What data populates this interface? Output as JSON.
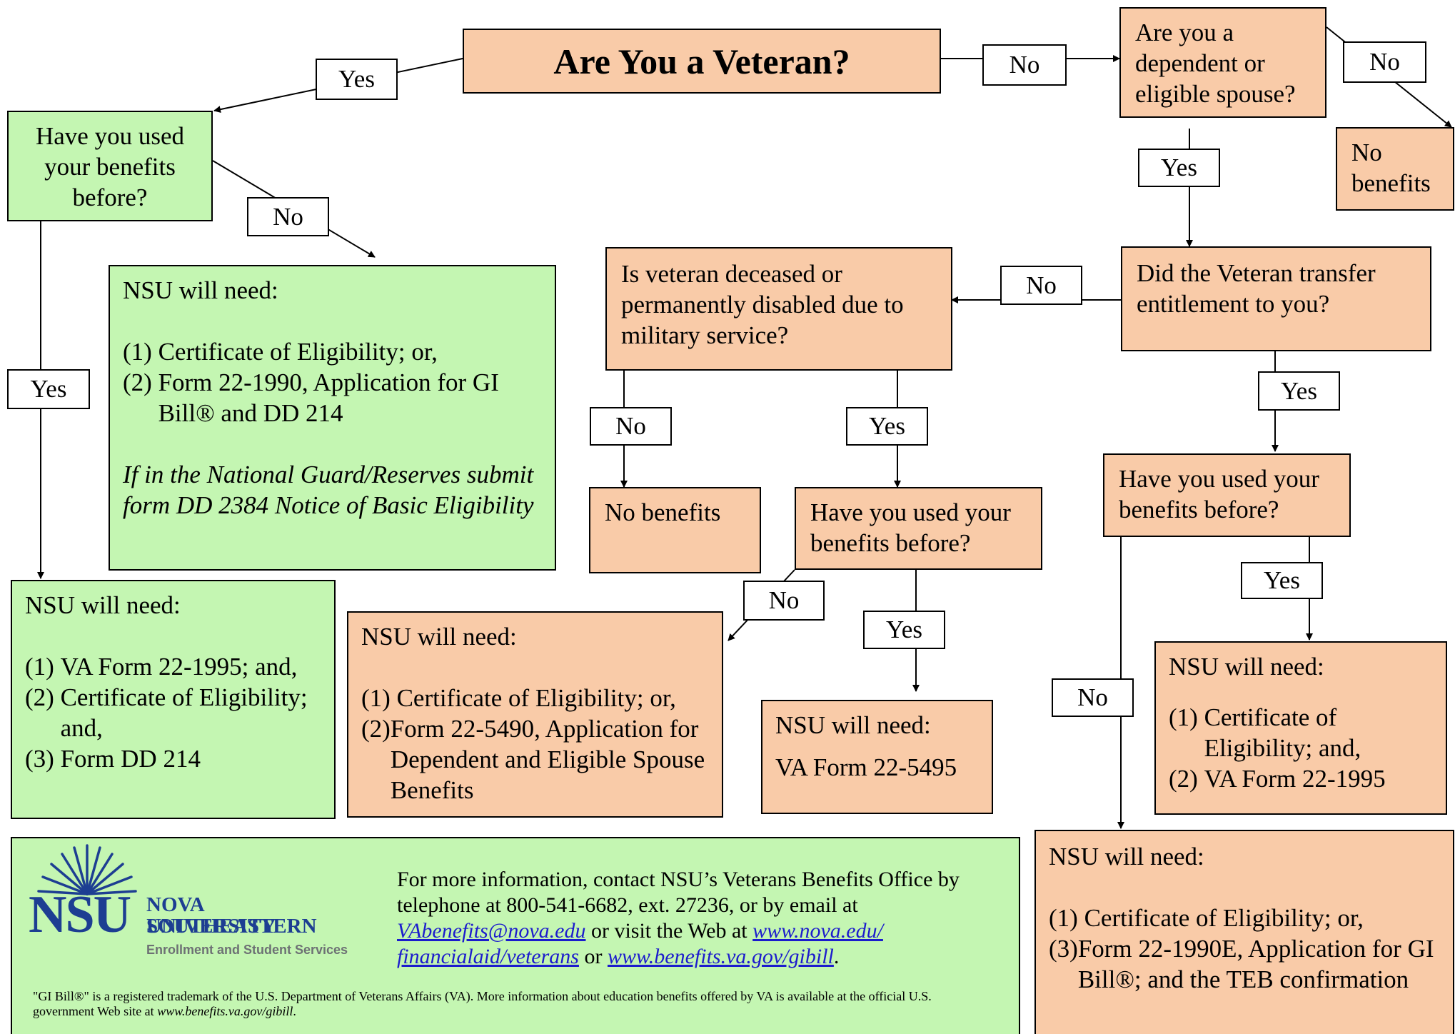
{
  "title": "Are You a Veteran?",
  "edges": {
    "yes": "Yes",
    "no": "No"
  },
  "veteran_branch": {
    "used_before_q": "Have you used your benefits before?",
    "first_time": {
      "heading": "NSU will need:",
      "items": [
        {
          "num": "(1) ",
          "text": "Certificate of Eligibility; or,"
        },
        {
          "num": "(2) ",
          "text": "Form 22-1990, Application for GI Bill® and DD 214"
        }
      ],
      "note": "If in the National Guard/Reserves submit form DD 2384 Notice of Basic Eligibility"
    },
    "returning": {
      "heading": "NSU will need:",
      "items": [
        {
          "num": "(1) ",
          "text": "VA Form 22-1995; and,"
        },
        {
          "num": "(2) ",
          "text": "Certificate of Eligibility; and,"
        },
        {
          "num": "(3) ",
          "text": "Form  DD 214"
        }
      ]
    }
  },
  "dependent_branch": {
    "dependent_q": "Are you a dependent or eligible spouse?",
    "no_benefits": "No benefits",
    "transfer_q": "Did the Veteran transfer entitlement to you?",
    "deceased_q": "Is veteran deceased or permanently disabled due to military service?",
    "deceased_no": "No benefits",
    "deceased_used_q": "Have you used your benefits before?",
    "form_5490": {
      "heading": "NSU will need:",
      "items": [
        {
          "num": "(1) ",
          "text": "Certificate of Eligibility; or,"
        },
        {
          "num": "(2)",
          "text": "Form 22-5490, Application for Dependent and Eligible Spouse Benefits"
        }
      ]
    },
    "form_5495": {
      "heading": "NSU will need:",
      "text": "VA Form 22-5495"
    },
    "transfer_used_q": "Have you used your benefits before?",
    "transfer_returning": {
      "heading": "NSU will need:",
      "items": [
        {
          "num": "(1) ",
          "text": "Certificate of Eligibility; and,"
        },
        {
          "num": "(2) ",
          "text": "VA Form 22-1995"
        }
      ]
    },
    "transfer_first": {
      "heading": "NSU will need:",
      "items": [
        {
          "num": "(1) ",
          "text": "Certificate of Eligibility; or,"
        },
        {
          "num": "(3)",
          "text": "Form 22-1990E, Application for GI Bill®; and the TEB confirmation"
        }
      ]
    }
  },
  "footer": {
    "logo": {
      "mark": "NSU",
      "line1": "NOVA SOUTHEASTERN",
      "line2": "UNIVERSITY",
      "tagline": "Enrollment and Student Services"
    },
    "contact_1": "For more information, contact NSU’s Veterans Benefits Office by telephone at 800-541-6682, ext. 27236, or by email at ",
    "email": "VAbenefits@nova.edu",
    "contact_2": " or visit the Web at ",
    "link_1": "www.nova.edu/ financialaid/veterans",
    "contact_3": " or ",
    "link_2": "www.benefits.va.gov/gibill",
    "contact_4": ".",
    "trademark_1": "\"GI Bill®\" is a registered trademark of the U.S. Department of Veterans Affairs (VA).  More information about education benefits offered by VA is available at the official U.S. government Web site at ",
    "trademark_site": "www.benefits.va.gov/gibill",
    "trademark_2": "."
  },
  "colors": {
    "veteran_path": "#c4f6b2",
    "dependent_path": "#f9cba8",
    "logo_blue": "#1d3e92",
    "link": "#1c1ccd"
  }
}
